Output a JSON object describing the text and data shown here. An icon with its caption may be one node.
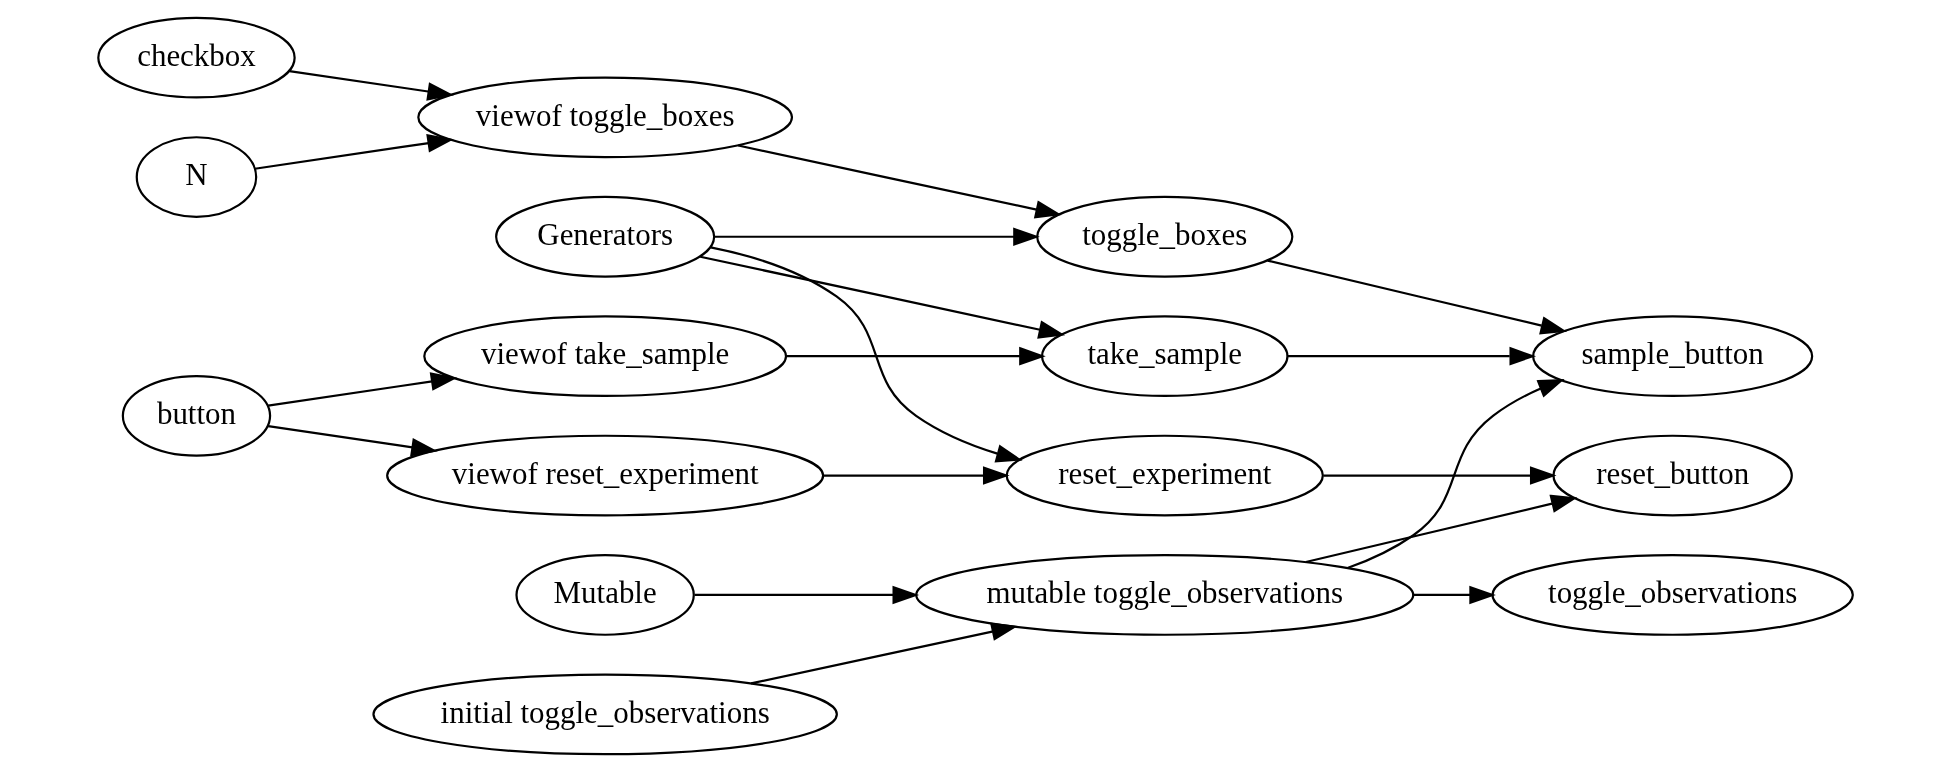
{
  "diagram": {
    "nodes": [
      {
        "text": [
          "N"
        ]
      },
      {
        "text": [
          "checkbox"
        ]
      },
      {
        "text": [
          "viewof toggle_boxes"
        ]
      },
      {
        "text": [
          "Generators"
        ]
      },
      {
        "text": [
          "toggle_boxes"
        ]
      },
      {
        "text": [
          "viewof take_sample"
        ]
      },
      {
        "text": [
          "button"
        ]
      },
      {
        "text": [
          "take_sample"
        ]
      },
      {
        "text": [
          "sample_button"
        ]
      },
      {
        "text": [
          "viewof reset_experiment"
        ]
      },
      {
        "text": [
          "reset_experiment"
        ]
      },
      {
        "text": [
          "reset_button"
        ]
      },
      {
        "text": [
          "Mutable"
        ]
      },
      {
        "text": [
          "mutable toggle_observations"
        ]
      },
      {
        "text": [
          "toggle_observations"
        ]
      },
      {
        "text": [
          "initial toggle_observations"
        ]
      }
    ],
    "edges": [
      {
        "from": 0,
        "to": 2,
        "arrow": "to"
      },
      {
        "from": 1,
        "to": 2,
        "arrow": "to"
      },
      {
        "from": 2,
        "to": 4,
        "arrow": "to"
      },
      {
        "from": 3,
        "to": 4,
        "arrow": "to"
      },
      {
        "from": 3,
        "to": 7,
        "arrow": "to"
      },
      {
        "from": 3,
        "to": 10,
        "arrow": "to"
      },
      {
        "from": 4,
        "to": 8,
        "arrow": "to"
      },
      {
        "from": 6,
        "to": 5,
        "arrow": "to"
      },
      {
        "from": 6,
        "to": 9,
        "arrow": "to"
      },
      {
        "from": 5,
        "to": 7,
        "arrow": "to"
      },
      {
        "from": 7,
        "to": 8,
        "arrow": "to"
      },
      {
        "from": 9,
        "to": 10,
        "arrow": "to"
      },
      {
        "from": 10,
        "to": 11,
        "arrow": "to"
      },
      {
        "from": 12,
        "to": 13,
        "arrow": "to"
      },
      {
        "from": 15,
        "to": 13,
        "arrow": "to"
      },
      {
        "from": 13,
        "to": 8,
        "arrow": "to"
      },
      {
        "from": 13,
        "to": 11,
        "arrow": "to"
      },
      {
        "from": 13,
        "to": 14,
        "arrow": "to"
      }
    ]
  }
}
